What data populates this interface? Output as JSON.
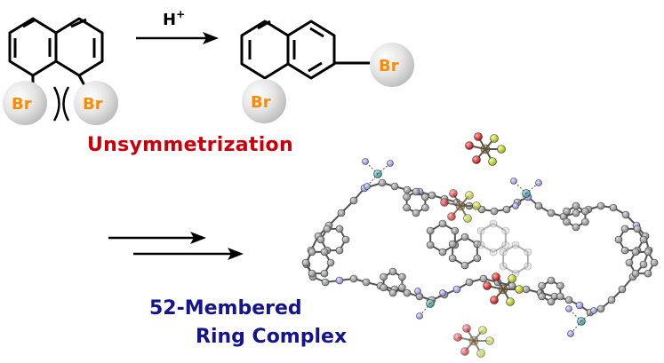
{
  "reaction": {
    "reagent": "H",
    "reagent_charge": "+",
    "substituent_label": "Br",
    "process_label": "Unsymmetrization"
  },
  "product": {
    "line1": "52-Membered",
    "line2": "Ring Complex"
  },
  "colors": {
    "bromine": "#ff8a00",
    "bromine_sphere": "#d8d8d8",
    "process_label": "#c8000a",
    "product_label": "#14148c",
    "bond": "#000000"
  }
}
